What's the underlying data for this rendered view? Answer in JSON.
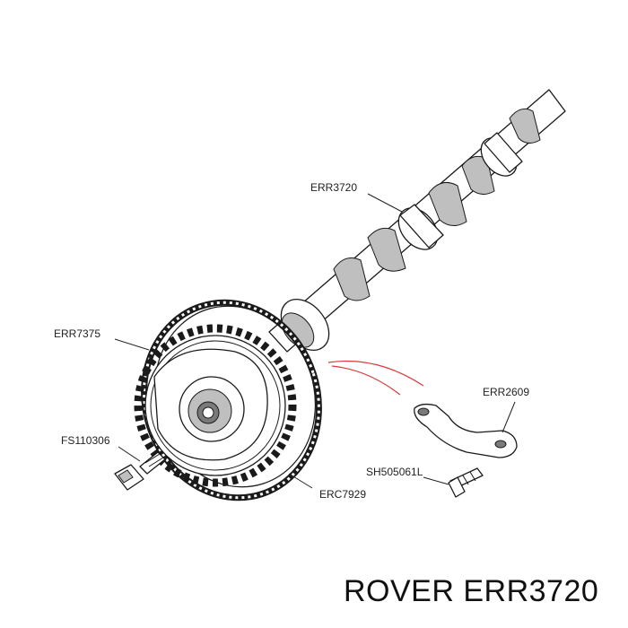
{
  "title": "ROVER ERR3720",
  "labels": {
    "camshaft": "ERR3720",
    "sprocket": "ERR7375",
    "sprocket_bolt": "FS110306",
    "bracket": "ERR2609",
    "bracket_bolt": "SH505061L",
    "chain": "ERC7929"
  },
  "colors": {
    "line": "#1a1a1a",
    "shade": "#bfbfbf",
    "accent_marks": "#d93a3a"
  }
}
